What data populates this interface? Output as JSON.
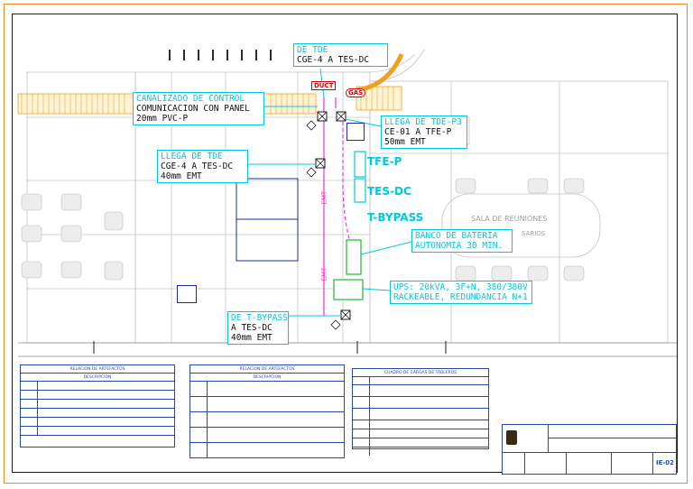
{
  "callouts": {
    "top_title": "DE TDE",
    "top_value": "CGE-4 A TES-DC",
    "canal_title": "CANALIZADO DE CONTROL",
    "canal_line1": "COMUNICACION CON PANEL",
    "canal_line2": "20mm PVC-P",
    "llega_tdep_title": "LLEGA DE TDE-P3",
    "llega_tdep_line1": "CE-01 A TFE-P",
    "llega_tdep_line2": "50mm EMT",
    "llega_tde_title": "LLEGA DE TDE",
    "llega_tde_line1": "CGE-4 A TES-DC",
    "llega_tde_line2": "40mm EMT",
    "bypass_title": "DE T-BYPASS",
    "bypass_line1": "A TES-DC",
    "bypass_line2": "40mm EMT",
    "banco_line1": "BANCO DE BATERIA",
    "banco_line2": "AUTONOMIA 30 MIN.",
    "ups_line1": "UPS: 20kVA, 3F+N, 380/380V",
    "ups_line2": "RACKEABLE, REDUNDANCIA N+1"
  },
  "tags": {
    "tfe_p": "TFE-P",
    "tes_dc": "TES-DC",
    "t_bypass": "T-BYPASS"
  },
  "labels": {
    "duct": "DUCT",
    "gas": "GAS",
    "sala": "SALA DE REUNIONES",
    "sarios": "SARIOS",
    "emt": "EMT"
  },
  "legends": {
    "l1_title": "RELACION DE ARTEFACTOS",
    "l1_sub": "DESCRIPCION",
    "l2_title": "RELACION DE ARTEFACTOS",
    "l2_sub": "DESCRIPCION",
    "l3_title": "CUADRO DE CARGAS DE TABLEROS"
  },
  "title_block": {
    "sheet": "IE-02"
  },
  "colors": {
    "cyan": "#00c8e0",
    "magenta": "#ff2bd6",
    "green": "#22b82a",
    "navy": "#1b2a9c",
    "orange": "#f08a1e",
    "red": "#d40000"
  }
}
